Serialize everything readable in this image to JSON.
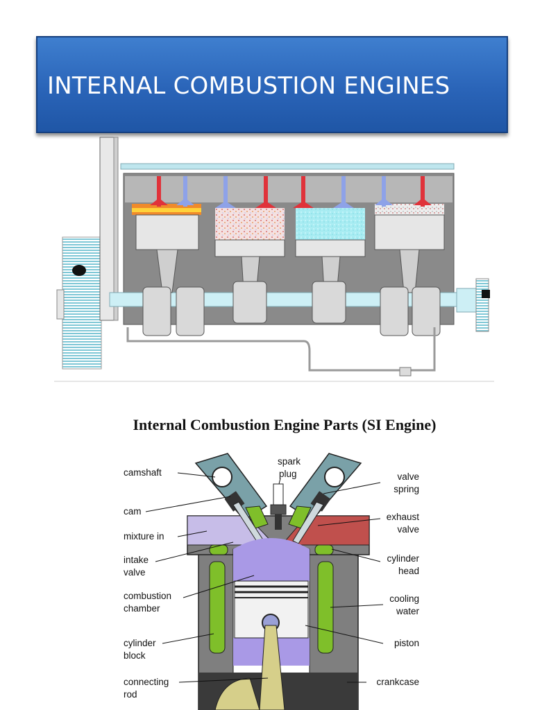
{
  "slide_title": "INTERNAL COMBUSTION ENGINES",
  "section_caption": "Internal Combustion Engine Parts (SI Engine)",
  "parts_labels": {
    "camshaft": "camshaft",
    "cam": "cam",
    "mixture_in": "mixture in",
    "intake_valve_1": "intake",
    "intake_valve_2": "valve",
    "combustion_chamber_1": "combustion",
    "combustion_chamber_2": "chamber",
    "cylinder_block_1": "cylinder",
    "cylinder_block_2": "block",
    "connecting_rod_1": "connecting",
    "connecting_rod_2": "rod",
    "spark_plug_1": "spark",
    "spark_plug_2": "plug",
    "valve_spring_1": "valve",
    "valve_spring_2": "spring",
    "exhaust_valve_1": "exhaust",
    "exhaust_valve_2": "valve",
    "cylinder_head_1": "cylinder",
    "cylinder_head_2": "head",
    "cooling_water_1": "cooling",
    "cooling_water_2": "water",
    "piston": "piston",
    "crankcase": "crankcase"
  },
  "colors": {
    "banner": "#2a64b8",
    "cooling_green": "#7fbf2a",
    "chamber_purple": "#a999e6",
    "intake_violet": "#c7bde8",
    "exhaust_red": "#c0504d",
    "head_teal": "#7aa1a8",
    "block_gray": "#7f7f7f"
  }
}
